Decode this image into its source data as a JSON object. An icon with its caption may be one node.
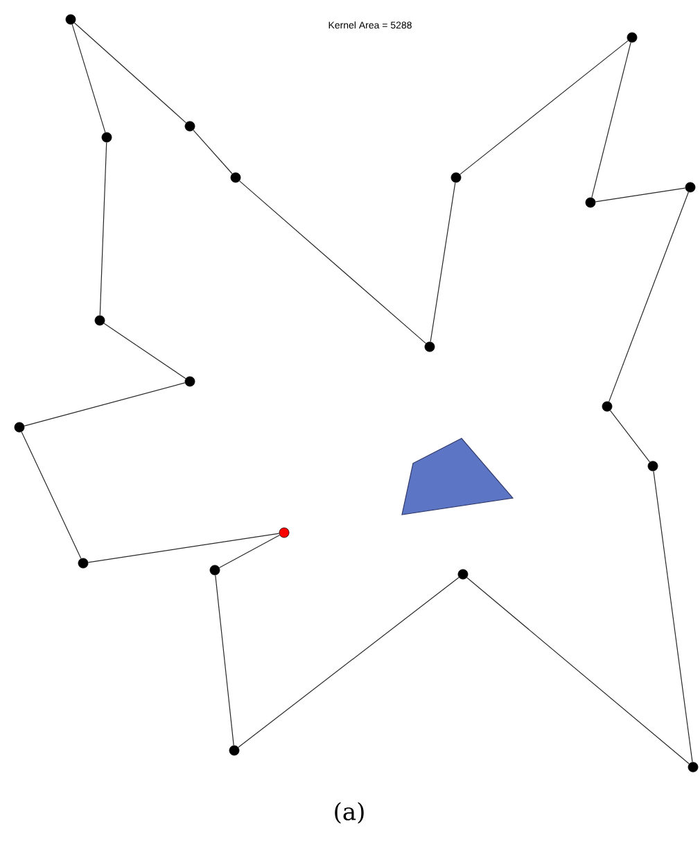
{
  "diagram": {
    "caption": "(a)",
    "nodes": [
      {
        "text": [],
        "shape": "circle"
      },
      {
        "text": [],
        "shape": "circle"
      },
      {
        "text": [],
        "shape": "circle"
      },
      {
        "text": [],
        "shape": "circle"
      },
      {
        "text": [],
        "shape": "circle"
      },
      {
        "text": [],
        "shape": "circle"
      },
      {
        "text": [],
        "shape": "circle"
      },
      {
        "text": [],
        "shape": "circle"
      },
      {
        "text": [],
        "shape": "circle"
      },
      {
        "text": [],
        "shape": "circle"
      },
      {
        "text": [],
        "shape": "circle"
      },
      {
        "text": [],
        "shape": "circle"
      },
      {
        "text": [],
        "shape": "circle"
      },
      {
        "text": [],
        "shape": "circle"
      },
      {
        "text": [],
        "shape": "circle"
      },
      {
        "text": [],
        "shape": "circle"
      },
      {
        "text": [],
        "shape": "circle"
      },
      {
        "text": [],
        "shape": "circle"
      },
      {
        "text": [],
        "shape": "circle"
      },
      {
        "text": [],
        "shape": "circle"
      },
      {
        "text": [],
        "shape": "polygon"
      }
    ],
    "edges": [
      {
        "from": 14,
        "to": 15,
        "arrow": "none"
      },
      {
        "from": 15,
        "to": 12,
        "arrow": "none"
      },
      {
        "from": 12,
        "to": 10,
        "arrow": "none"
      },
      {
        "from": 10,
        "to": 8,
        "arrow": "none"
      },
      {
        "from": 8,
        "to": 3,
        "arrow": "none"
      },
      {
        "from": 3,
        "to": 0,
        "arrow": "none"
      },
      {
        "from": 0,
        "to": 2,
        "arrow": "none"
      },
      {
        "from": 2,
        "to": 4,
        "arrow": "none"
      },
      {
        "from": 4,
        "to": 9,
        "arrow": "none"
      },
      {
        "from": 9,
        "to": 5,
        "arrow": "none"
      },
      {
        "from": 5,
        "to": 1,
        "arrow": "none"
      },
      {
        "from": 1,
        "to": 7,
        "arrow": "none"
      },
      {
        "from": 7,
        "to": 6,
        "arrow": "none"
      },
      {
        "from": 6,
        "to": 11,
        "arrow": "none"
      },
      {
        "from": 11,
        "to": 13,
        "arrow": "none"
      },
      {
        "from": 13,
        "to": 19,
        "arrow": "none"
      },
      {
        "from": 19,
        "to": 17,
        "arrow": "none"
      },
      {
        "from": 17,
        "to": 18,
        "arrow": "none"
      },
      {
        "from": 18,
        "to": 16,
        "arrow": "none"
      },
      {
        "from": 16,
        "to": 14,
        "arrow": "none"
      }
    ],
    "labels": [
      "Kernel Area = 5288"
    ]
  }
}
